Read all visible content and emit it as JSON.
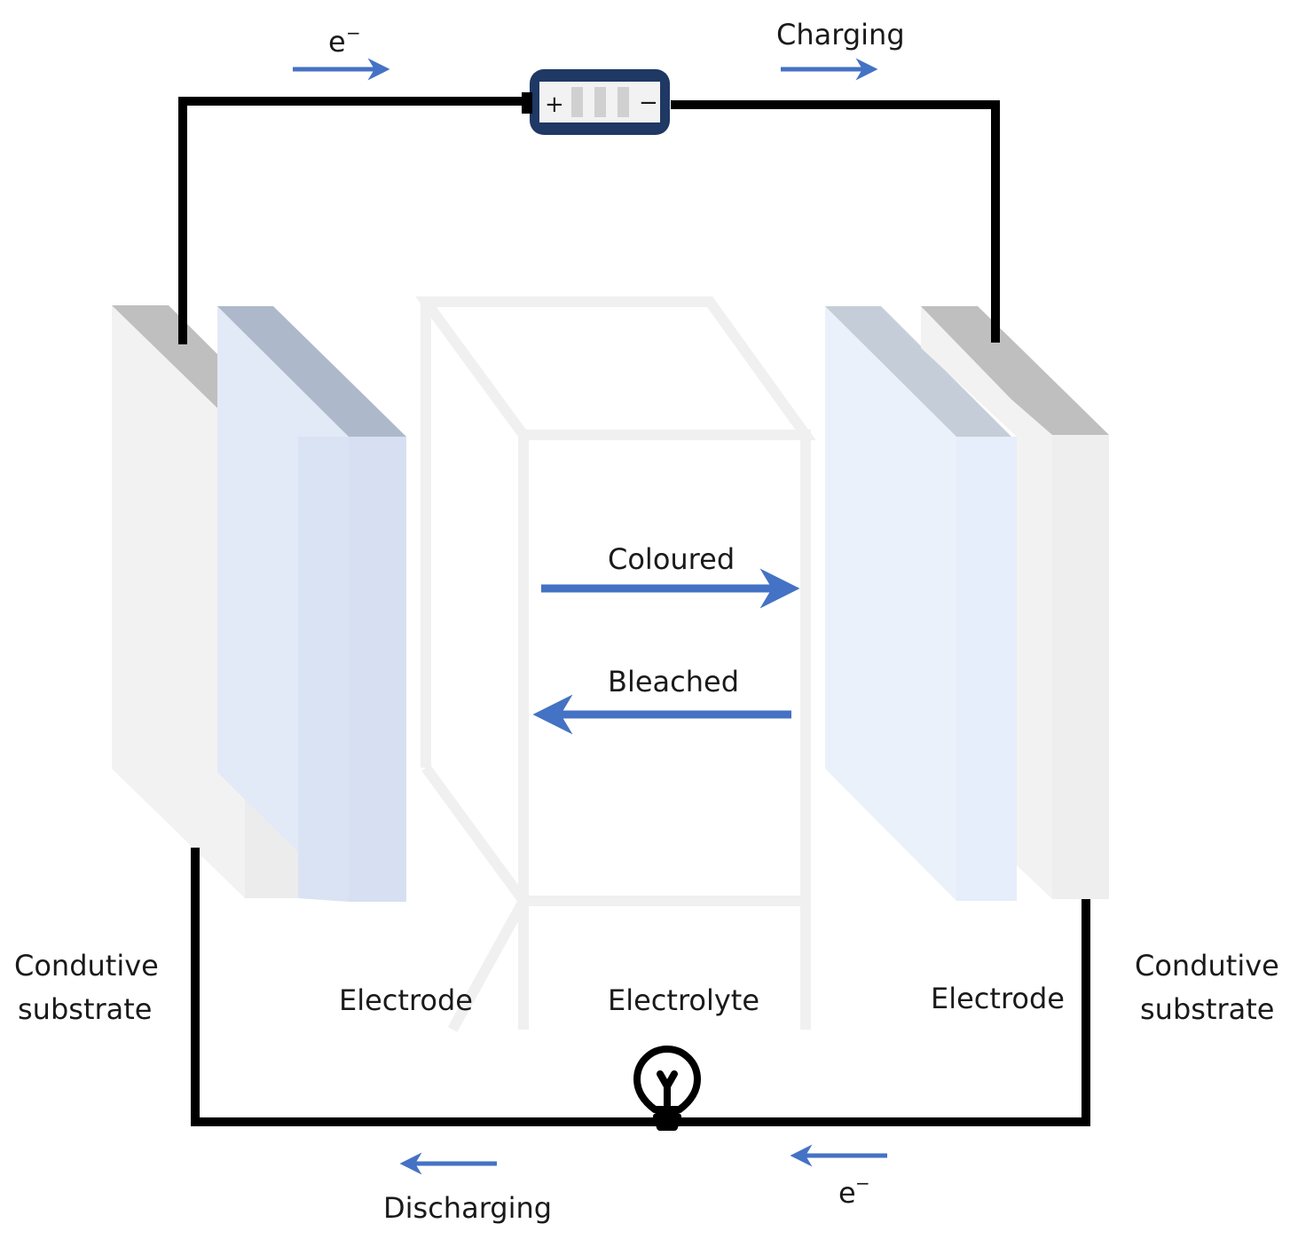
{
  "labels": {
    "electron_top": "e",
    "electron_bottom": "e",
    "electron_sup": "−",
    "charging": "Charging",
    "discharging": "Discharging",
    "coloured": "Coloured",
    "bleached": "Bleached",
    "substrate_left_line1": "Condutive",
    "substrate_left_line2": "substrate",
    "substrate_right_line1": "Condutive",
    "substrate_right_line2": "substrate",
    "electrode_left": "Electrode",
    "electrolyte": "Electrolyte",
    "electrode_right": "Electrode",
    "battery_plus": "+",
    "battery_minus": "−"
  },
  "colors": {
    "arrow": "#4472c4",
    "wire": "#000000",
    "battery_frame": "#1f3864",
    "substrate_face": "#f2f2f2",
    "substrate_top": "#bfbfbf",
    "electrode_left_face": "#dae3f3",
    "electrode_left_top": "#adb9ca",
    "electrode_right_face": "#eaf1fb",
    "electrode_right_top": "#c5ced8",
    "electrolyte_outline": "#f0f0f0"
  },
  "icons": {
    "battery": "battery-icon",
    "lamp": "light-bulb-icon"
  }
}
